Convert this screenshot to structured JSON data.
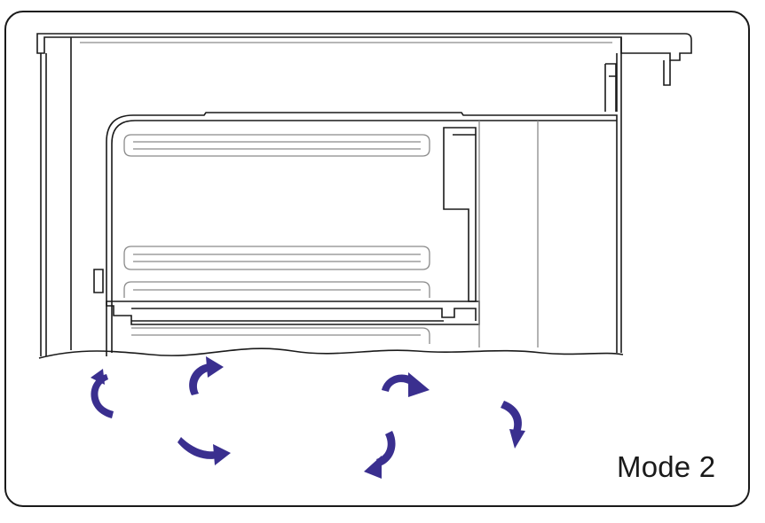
{
  "diagram": {
    "mode_label": "Mode 2",
    "colors": {
      "outline": "#1a1a1a",
      "light_line": "#8a8a8a",
      "arrow": "#3a2f8f"
    },
    "arrows": [
      {
        "name": "airflow-arrow-1",
        "icon": "curved-arrow-icon"
      },
      {
        "name": "airflow-arrow-2",
        "icon": "curved-arrow-icon"
      },
      {
        "name": "airflow-arrow-3",
        "icon": "curved-arrow-icon"
      },
      {
        "name": "airflow-arrow-4",
        "icon": "curved-arrow-icon"
      },
      {
        "name": "airflow-arrow-5",
        "icon": "curved-arrow-icon"
      },
      {
        "name": "airflow-arrow-6",
        "icon": "curved-arrow-icon"
      }
    ]
  }
}
